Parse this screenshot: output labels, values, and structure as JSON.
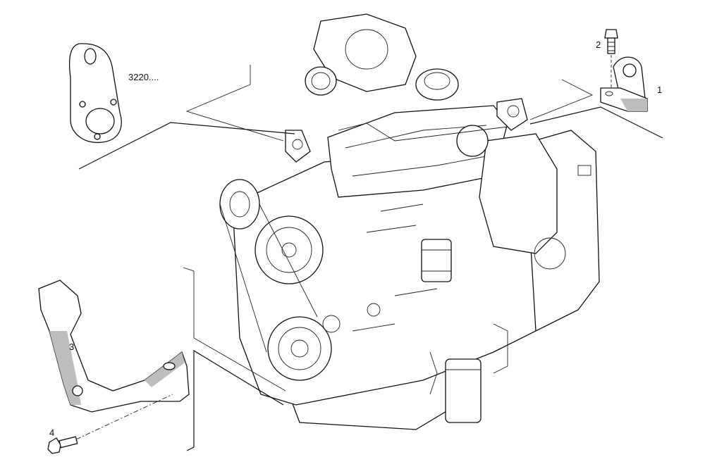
{
  "diagram": {
    "callouts": {
      "item_1": "1",
      "item_2": "2",
      "item_3": "3",
      "item_4": "4",
      "ref_3220": "3220...."
    }
  }
}
